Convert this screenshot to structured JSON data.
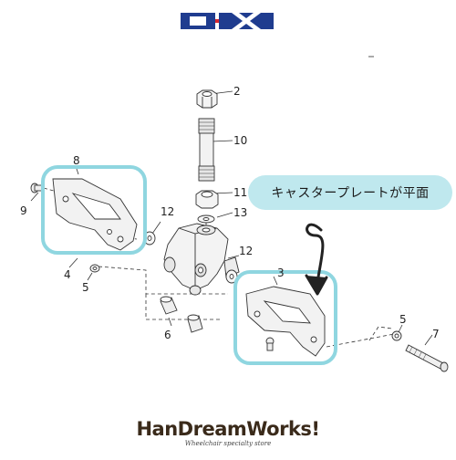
{
  "brand": {
    "logo_text": "OX",
    "logo_color": "#1f3c8f",
    "logo_accent": "#d8262f"
  },
  "callout": {
    "text": "キャスタープレートが平面",
    "background": "#bfe8ee"
  },
  "highlight_color": "#8fd6e0",
  "part_numbers": {
    "p2": "2",
    "p10": "10",
    "p11": "11",
    "p13": "13",
    "p8": "8",
    "p9": "9",
    "p12a": "12",
    "p12b": "12",
    "p4": "4",
    "p5a": "5",
    "p6": "6",
    "p3": "3",
    "p5b": "5",
    "p7": "7"
  },
  "footer": {
    "brand_name": "HanDreamWorks!",
    "tagline": "Wheelchair specialty store"
  }
}
